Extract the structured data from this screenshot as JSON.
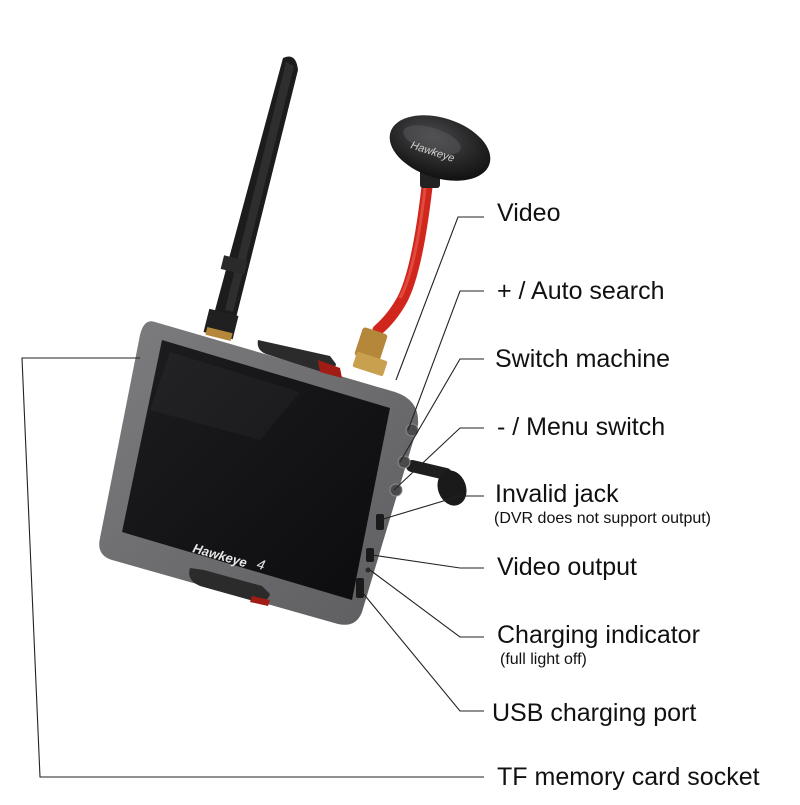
{
  "device": {
    "logo_text": "Hawkeye",
    "logo_mark": "4",
    "antenna_logo_text": "Hawkeye",
    "colors": {
      "body": "#6e6e70",
      "screen": "#141416",
      "antenna": "#1a1a1a",
      "cable": "#d1261b",
      "connector": "#b5873a"
    }
  },
  "labels": {
    "video": "Video",
    "auto_search": "+ / Auto search",
    "switch_machine": "Switch machine",
    "menu_switch": "- / Menu switch",
    "invalid_jack": "Invalid jack",
    "invalid_jack_note": "(DVR does not support output)",
    "video_output": "Video output",
    "charging_indicator": "Charging indicator",
    "charging_indicator_note": "(full light off)",
    "usb_port": "USB charging port",
    "tf_socket": "TF memory card socket"
  }
}
